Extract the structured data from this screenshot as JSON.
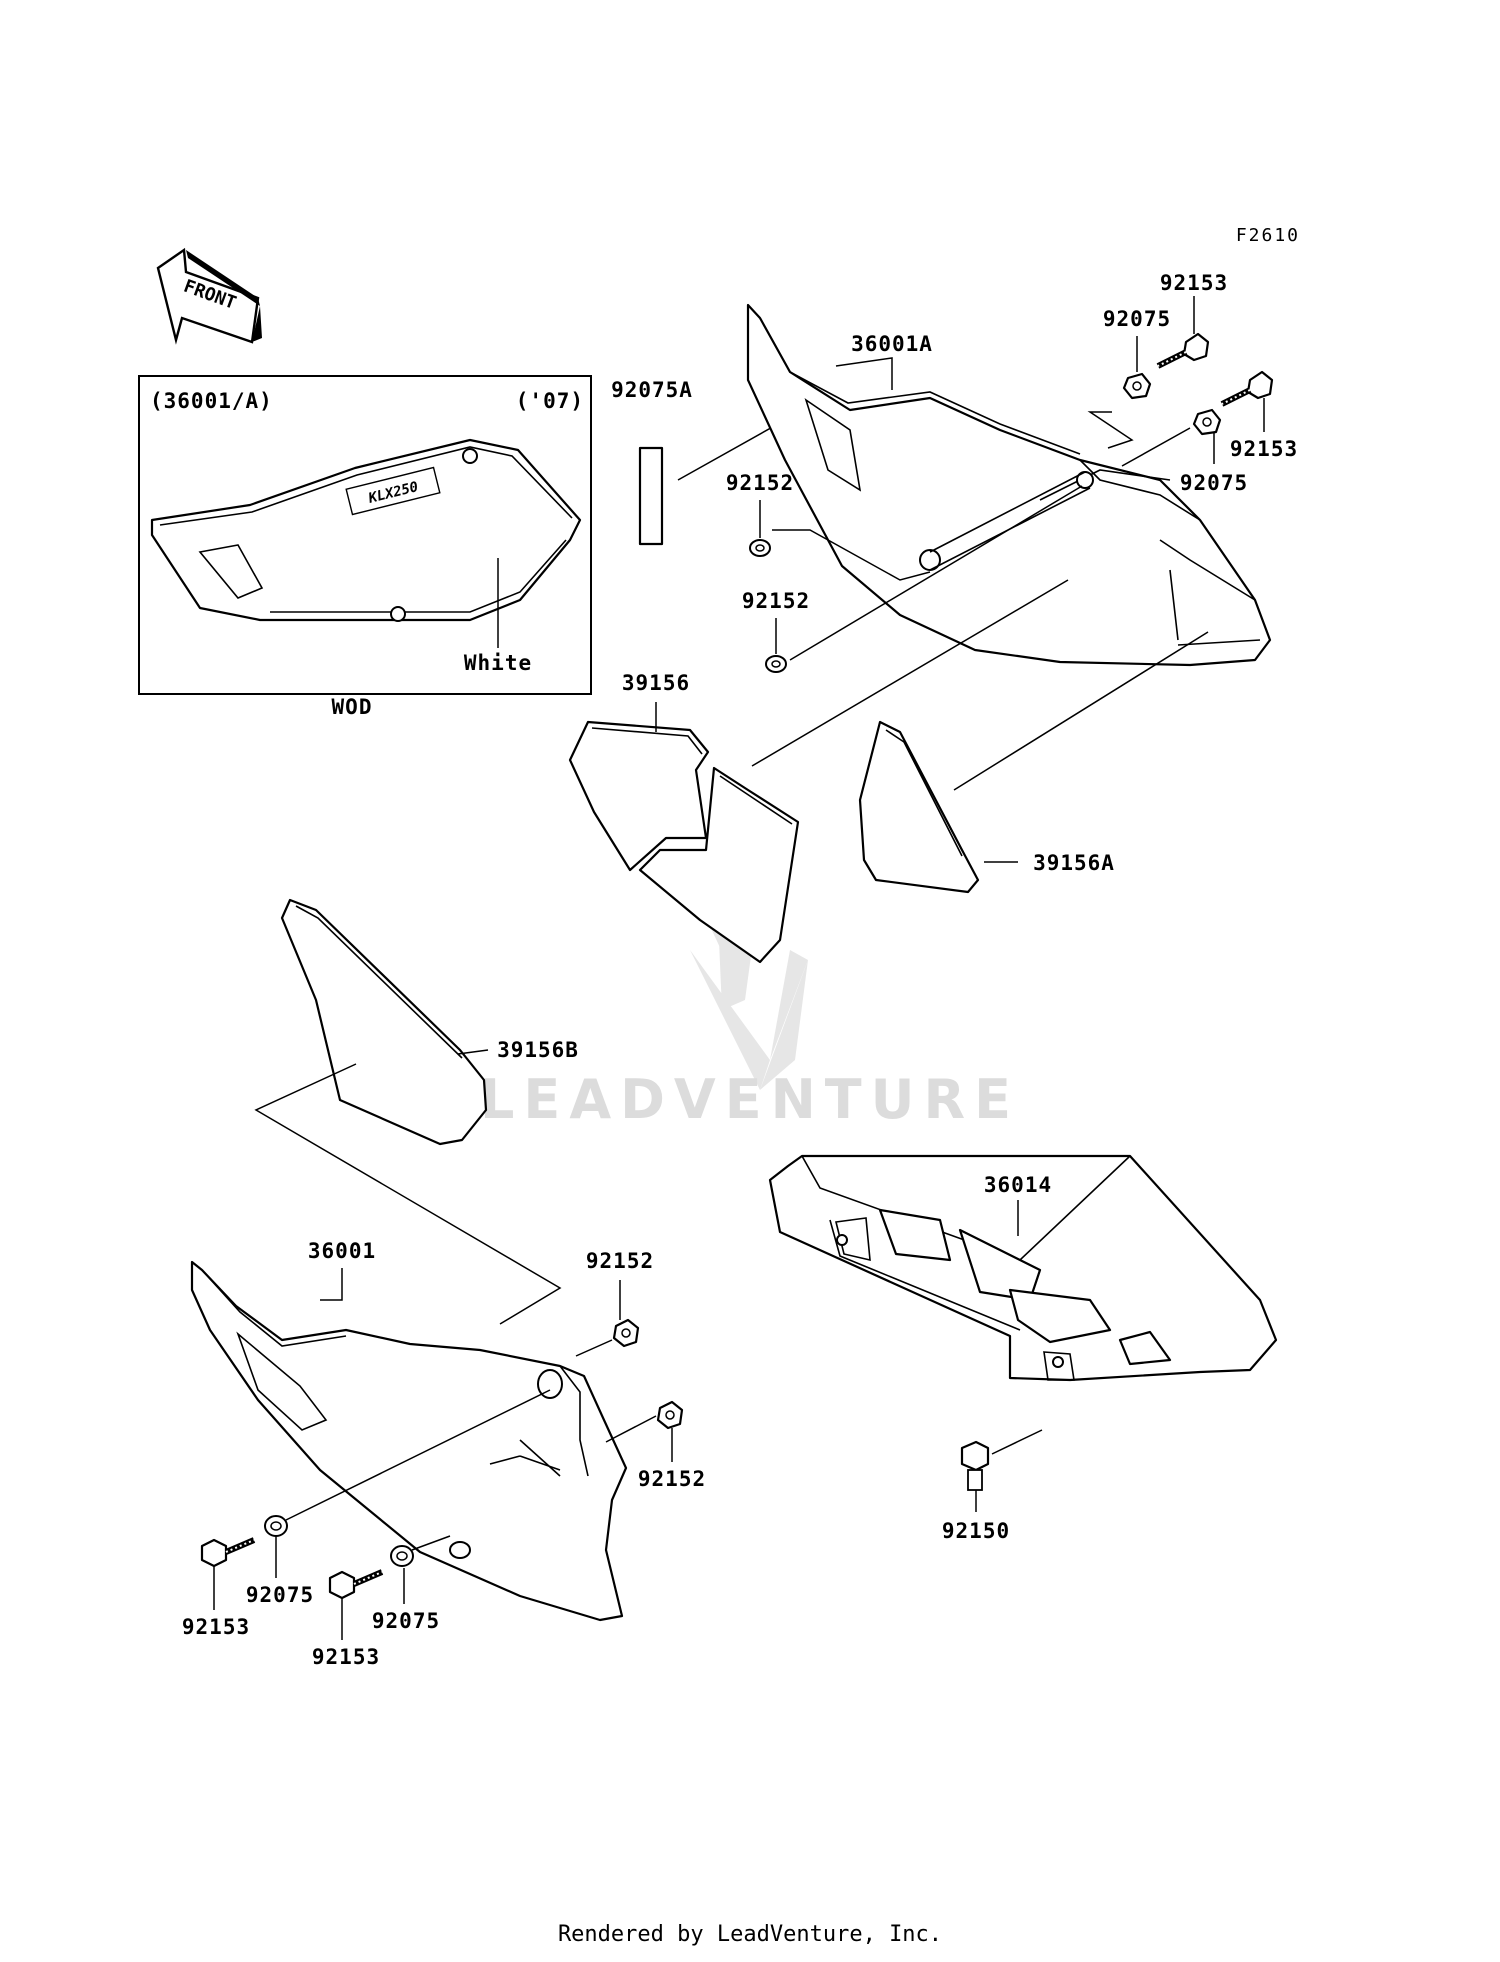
{
  "diagram_code": "F2610",
  "front_arrow_label": "FRONT",
  "inset": {
    "title": "(36001/A)",
    "year": "('07)",
    "color_label": "White",
    "caption": "WOD",
    "logo_text": "KLX250"
  },
  "part_numbers": {
    "p36001A": "36001A",
    "p92075A": "92075A",
    "p92075_top1": "92075",
    "p92153_top1": "92153",
    "p92153_top2": "92153",
    "p92075_top2": "92075",
    "p92152_top1": "92152",
    "p92152_top2": "92152",
    "p39156": "39156",
    "p39156A": "39156A",
    "p39156B": "39156B",
    "p36014": "36014",
    "p92150": "92150",
    "p36001": "36001",
    "p92152_bot1": "92152",
    "p92152_bot2": "92152",
    "p92075_bot1": "92075",
    "p92075_bot2": "92075",
    "p92153_bot1": "92153",
    "p92153_bot2": "92153"
  },
  "watermark": "LEADVENTURE",
  "footer": "Rendered by LeadVenture, Inc."
}
